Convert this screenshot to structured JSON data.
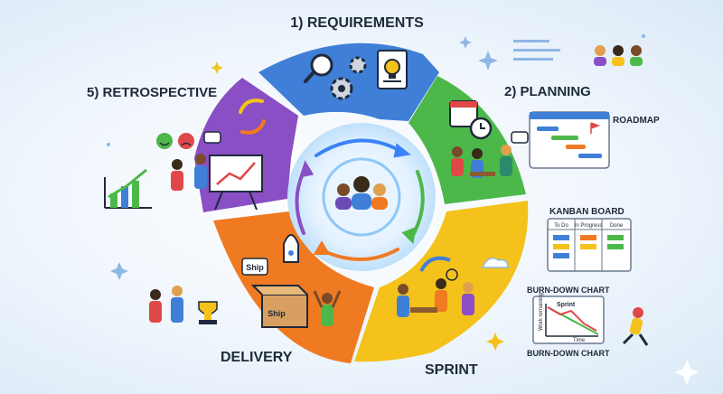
{
  "stages": {
    "requirements": "1) REQUIREMENTS",
    "planning": "2) PLANNING",
    "sprint": "SPRINT",
    "delivery": "DELIVERY",
    "retrospective": "5) RETROSPECTIVE"
  },
  "roadmap": {
    "label": "ROADMAP"
  },
  "kanban": {
    "title": "KANBAN BOARD",
    "columns": [
      "To Do",
      "In Progress",
      "Done"
    ]
  },
  "burndown": {
    "title_top": "BURN-DOWN CHART",
    "title_bottom": "BURN-DOWN CHART",
    "series_label": "Sprint",
    "y_label": "Work remaining",
    "x_label": "Time"
  },
  "delivery": {
    "ship_tag_1": "Ship",
    "ship_tag_2": "Ship"
  },
  "colors": {
    "requirements": "#3f7fd8",
    "planning": "#4cb84a",
    "sprint": "#f4c21b",
    "delivery": "#f07a22",
    "retrospective": "#8a4fc4",
    "arrow": "#3b82f6"
  },
  "icons": [
    "magnifier-icon",
    "gear-icon",
    "document-icon",
    "lightbulb-icon",
    "calendar-icon",
    "clock-icon",
    "refresh-cycle-icon",
    "smiley-icon",
    "sad-face-icon",
    "trophy-icon",
    "rocket-icon",
    "box-icon",
    "team-icon"
  ]
}
